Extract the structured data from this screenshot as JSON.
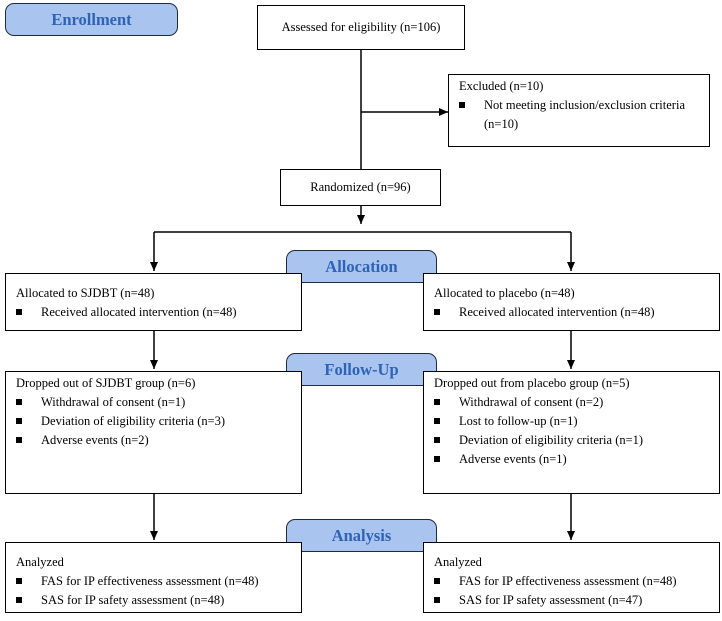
{
  "stages": {
    "enrollment": "Enrollment",
    "allocation": "Allocation",
    "follow_up": "Follow-Up",
    "analysis": "Analysis"
  },
  "assessed": "Assessed for eligibility (n=106)",
  "excluded": {
    "title": "Excluded (n=10)",
    "items": [
      "Not meeting inclusion/exclusion criteria (n=10)"
    ]
  },
  "randomized": "Randomized (n=96)",
  "allocated_sjdbt": {
    "title": "Allocated to SJDBT (n=48)",
    "items": [
      "Received allocated intervention (n=48)"
    ]
  },
  "allocated_placebo": {
    "title": "Allocated to placebo (n=48)",
    "items": [
      "Received allocated intervention (n=48)"
    ]
  },
  "dropout_sjdbt": {
    "title": "Dropped out of SJDBT group (n=6)",
    "items": [
      "Withdrawal of consent (n=1)",
      "Deviation of eligibility criteria (n=3)",
      "Adverse events (n=2)"
    ]
  },
  "dropout_placebo": {
    "title": "Dropped out from placebo group (n=5)",
    "items": [
      "Withdrawal of consent (n=2)",
      "Lost to follow-up (n=1)",
      "Deviation of eligibility criteria (n=1)",
      "Adverse events (n=1)"
    ]
  },
  "analyzed_sjdbt": {
    "title": "Analyzed",
    "items": [
      "FAS for IP effectiveness assessment (n=48)",
      "SAS for IP safety assessment (n=48)"
    ]
  },
  "analyzed_placebo": {
    "title": "Analyzed",
    "items": [
      "FAS for IP effectiveness assessment (n=48)",
      "SAS for IP safety assessment (n=47)"
    ]
  }
}
